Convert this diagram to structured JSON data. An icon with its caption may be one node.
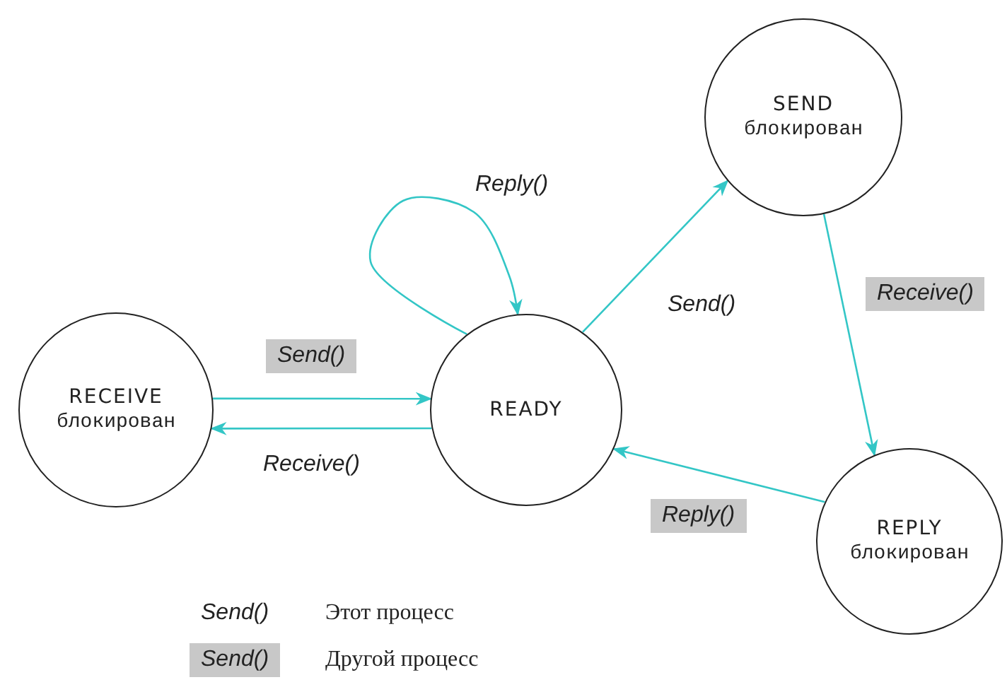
{
  "diagram": {
    "nodes": [
      {
        "text": [
          "SEND",
          "блокирован"
        ]
      },
      {
        "text": [
          "RECEIVE",
          "блокирован"
        ]
      },
      {
        "text": [
          "READY"
        ]
      },
      {
        "text": [
          "REPLY",
          "блокирован"
        ]
      }
    ],
    "edges": [
      {
        "from": 2,
        "to": 2,
        "arrow": "to",
        "label": "Reply()"
      },
      {
        "from": 2,
        "to": 0,
        "arrow": "to",
        "label": "Send()"
      },
      {
        "from": 0,
        "to": 3,
        "arrow": "to",
        "label": "Receive()"
      },
      {
        "from": 1,
        "to": 2,
        "arrow": "to",
        "label": "Send()"
      },
      {
        "from": 2,
        "to": 1,
        "arrow": "to",
        "label": "Receive()"
      },
      {
        "from": 3,
        "to": 2,
        "arrow": "to",
        "label": "Reply()"
      }
    ],
    "labels": [
      "Send()",
      "Send()"
    ],
    "legend": [
      {
        "text": "Этот процесс"
      },
      {
        "text": "Другой процесс"
      }
    ]
  }
}
